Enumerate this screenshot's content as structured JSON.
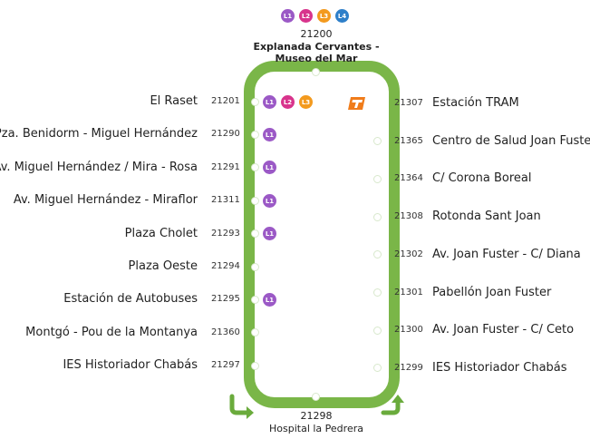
{
  "colors": {
    "route": "#7ab648",
    "route_inner": "#ffffff",
    "arrow": "#6aab3c",
    "line_badges": {
      "L1": "#9b59c6",
      "L2": "#d8348c",
      "L3": "#f39a1e",
      "L4": "#2e7fc9"
    },
    "tram_logo": "#f07c1a"
  },
  "top_stop": {
    "lines": [
      "L1",
      "L2",
      "L3",
      "L4"
    ],
    "code": "21200",
    "name_line1": "Explanada Cervantes -",
    "name_line2": "Museo del Mar"
  },
  "bottom_stop": {
    "code": "21298",
    "name": "Hospital la Pedrera"
  },
  "left_stops": [
    {
      "name": "El Raset",
      "code": "21201",
      "lines": [
        "L1",
        "L2",
        "L3"
      ]
    },
    {
      "name": "Pza. Benidorm - Miguel Hernández",
      "code": "21290",
      "lines": [
        "L1"
      ]
    },
    {
      "name": "Av. Miguel Hernández / Mira - Rosa",
      "code": "21291",
      "lines": [
        "L1"
      ]
    },
    {
      "name": "Av. Miguel Hernández - Miraflor",
      "code": "21311",
      "lines": [
        "L1"
      ]
    },
    {
      "name": "Plaza Cholet",
      "code": "21293",
      "lines": [
        "L1"
      ]
    },
    {
      "name": "Plaza Oeste",
      "code": "21294",
      "lines": []
    },
    {
      "name": "Estación de Autobuses",
      "code": "21295",
      "lines": [
        "L1"
      ]
    },
    {
      "name": "Montgó - Pou de la Montanya",
      "code": "21360",
      "lines": []
    },
    {
      "name": "IES Historiador Chabás",
      "code": "21297",
      "lines": []
    }
  ],
  "right_stops": [
    {
      "name": "Estación TRAM",
      "code": "21307",
      "tram": true,
      "tram_icon": "tram-logo-icon"
    },
    {
      "name": "Centro de Salud Joan Fuster",
      "code": "21365"
    },
    {
      "name": "C/ Corona Boreal",
      "code": "21364"
    },
    {
      "name": "Rotonda Sant Joan",
      "code": "21308"
    },
    {
      "name": "Av. Joan Fuster - C/ Diana",
      "code": "21302"
    },
    {
      "name": "Pabellón Joan Fuster",
      "code": "21301"
    },
    {
      "name": "Av. Joan Fuster - C/ Ceto",
      "code": "21300"
    },
    {
      "name": "IES Historiador Chabás",
      "code": "21299"
    }
  ],
  "direction_icons": [
    "arrow-turn-right-icon",
    "arrow-turn-up-icon"
  ]
}
